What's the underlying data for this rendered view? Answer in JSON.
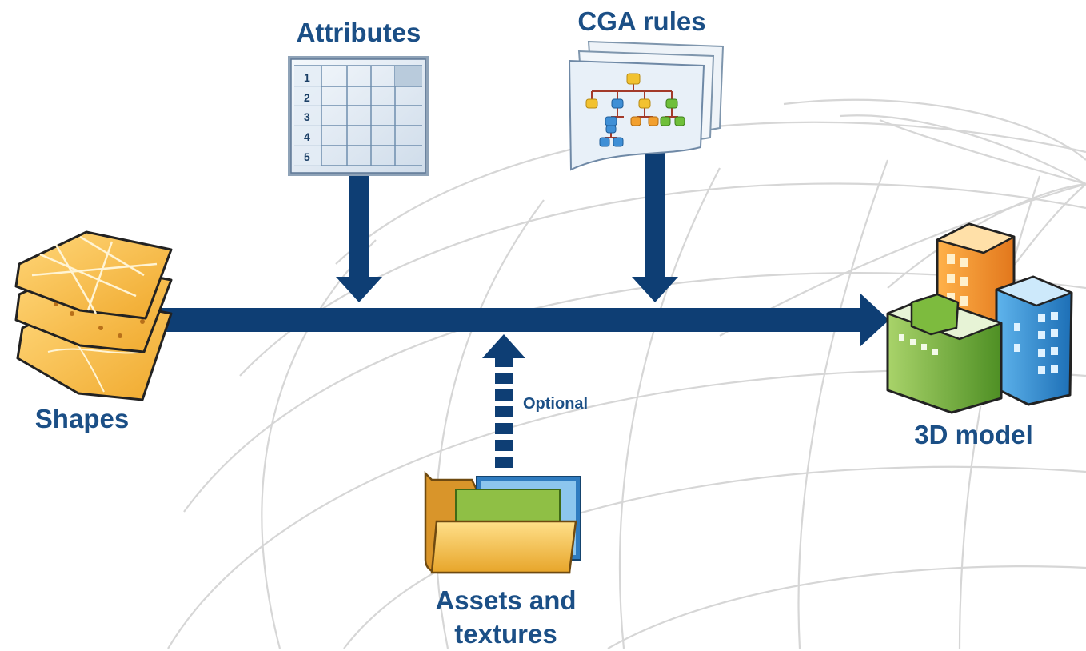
{
  "diagram": {
    "attributes_label": "Attributes",
    "cga_rules_label": "CGA rules",
    "shapes_label": "Shapes",
    "model_label": "3D model",
    "optional_label": "Optional",
    "assets_label_line1": "Assets and",
    "assets_label_line2": "textures",
    "attribute_rows": [
      "1",
      "2",
      "3",
      "4",
      "5"
    ]
  },
  "colors": {
    "arrow": "#0e3e74",
    "label": "#1b4f86",
    "shapes_fill": "#f7c05a",
    "background_grid": "#d6d6d6"
  },
  "icons": [
    "table-icon",
    "rule-tree-icon",
    "map-layers-icon",
    "folder-images-icon",
    "buildings-icon"
  ]
}
